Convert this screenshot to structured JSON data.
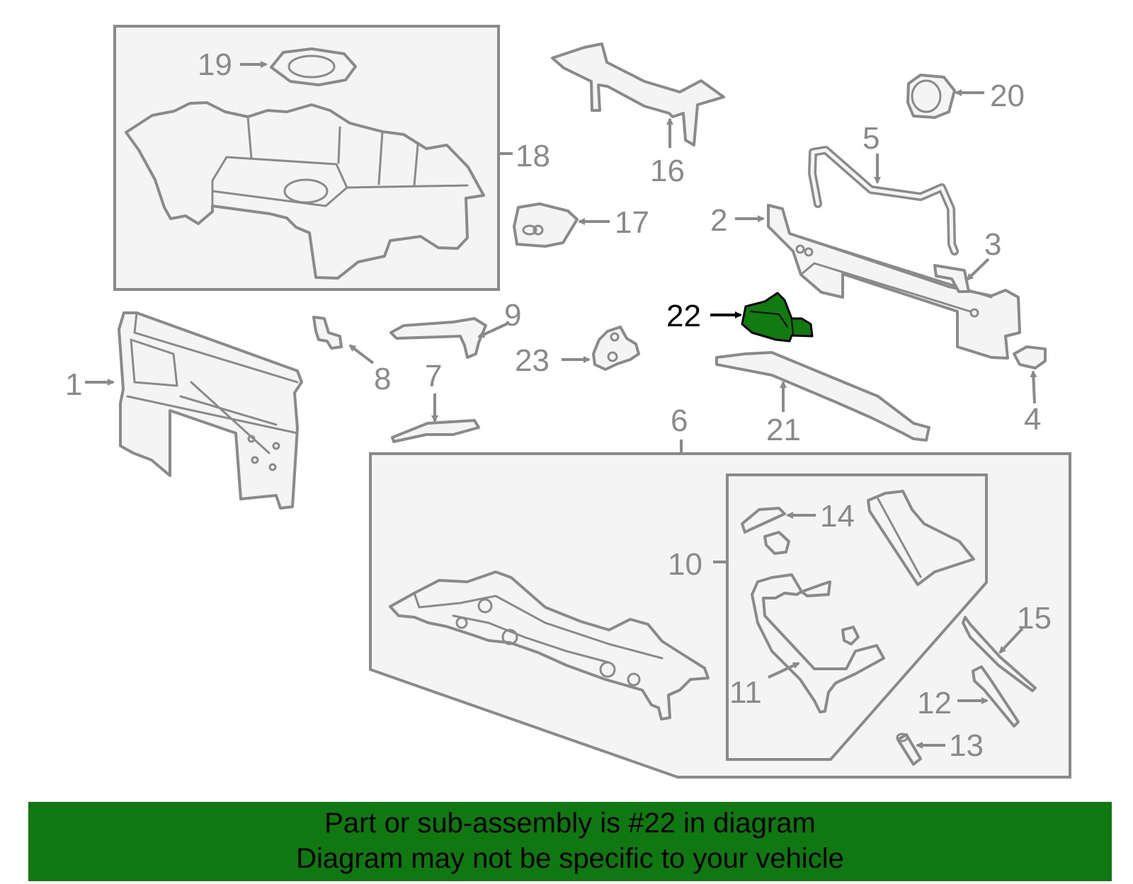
{
  "highlighted_part": "22",
  "colors": {
    "highlight": "#117a11",
    "banner_background": "#107810",
    "part_outline": "#8a8a8a",
    "part_fill": "#f4f4f4",
    "label_text": "#8a8a8a",
    "highlight_label_text": "#000000"
  },
  "callouts": {
    "c1": "1",
    "c2": "2",
    "c3": "3",
    "c4": "4",
    "c5": "5",
    "c6": "6",
    "c7": "7",
    "c8": "8",
    "c9": "9",
    "c10": "10",
    "c11": "11",
    "c12": "12",
    "c13": "13",
    "c14": "14",
    "c15": "15",
    "c16": "16",
    "c17": "17",
    "c18": "18",
    "c19": "19",
    "c20": "20",
    "c21": "21",
    "c22": "22",
    "c23": "23"
  },
  "banner": {
    "line1": "Part or sub-assembly is #22 in diagram",
    "line2": "Diagram may not be specific to your vehicle"
  }
}
